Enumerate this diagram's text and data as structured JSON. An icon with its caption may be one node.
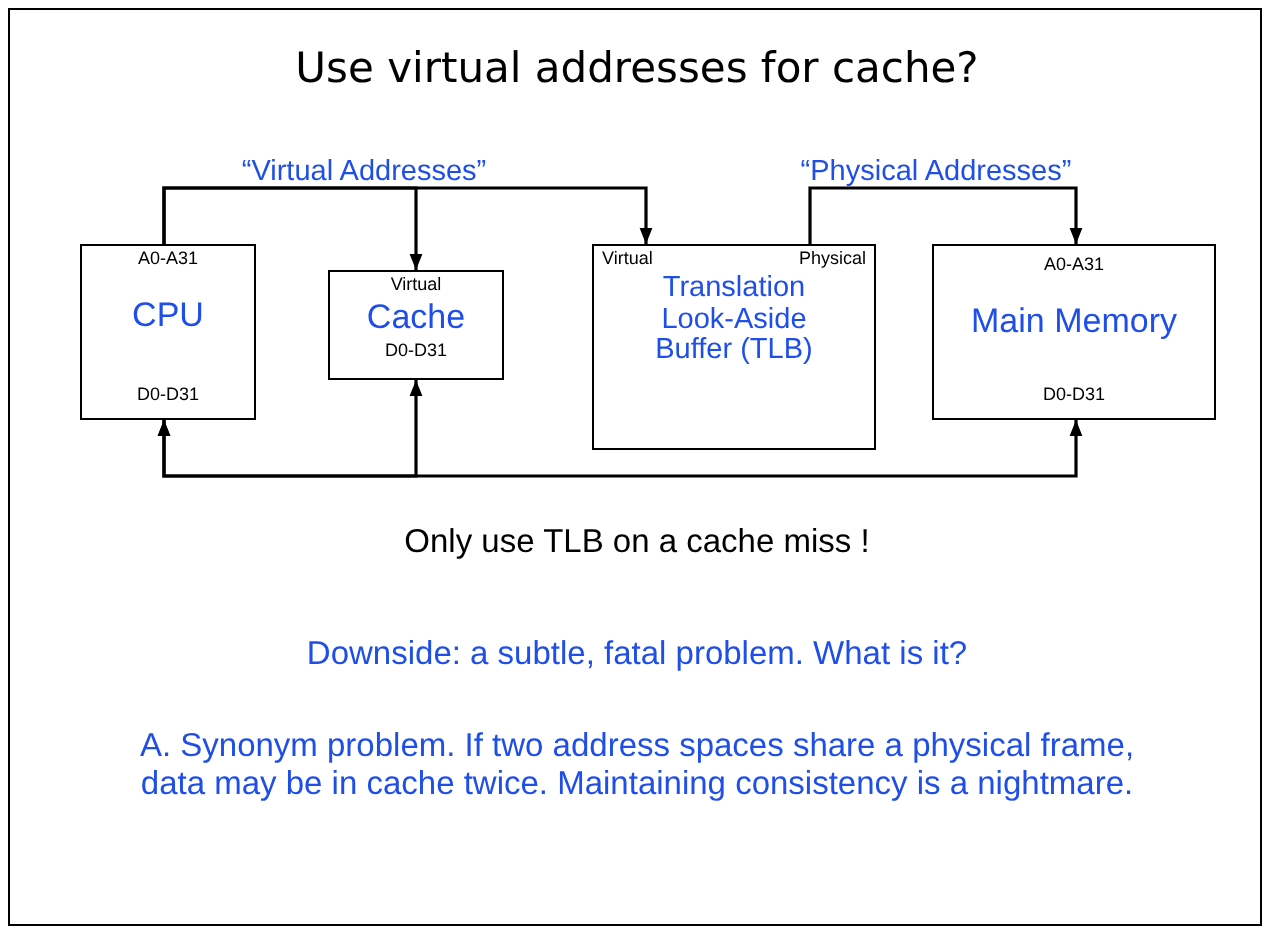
{
  "diagram": {
    "title": "Use virtual addresses for cache?",
    "nodes": [
      {
        "text": [
          "A0-A31",
          "CPU",
          "D0-D31"
        ]
      },
      {
        "text": [
          "Virtual",
          "Cache",
          "D0-D31"
        ]
      },
      {
        "text": [
          "Virtual",
          "Physical",
          "Translation Look-Aside Buffer (TLB)"
        ]
      },
      {
        "text": [
          "A0-A31",
          "Main Memory",
          "D0-D31"
        ]
      }
    ],
    "edges": [
      {
        "from": 0,
        "to": 1,
        "arrow": "to"
      },
      {
        "from": 0,
        "to": 2,
        "arrow": "to"
      },
      {
        "from": 2,
        "to": 3,
        "arrow": "to"
      },
      {
        "from": 0,
        "to": 1,
        "arrow": "both"
      },
      {
        "from": 0,
        "to": 3,
        "arrow": "both"
      }
    ],
    "labels": [
      "“Virtual Addresses”",
      "“Physical Addresses”",
      "Only use TLB on a cache miss !",
      "Downside: a subtle, fatal problem. What is it?",
      "A. Synonym problem. If two address spaces share a physical frame, data may be in cache twice. Maintaining consistency is a nightmare."
    ]
  }
}
